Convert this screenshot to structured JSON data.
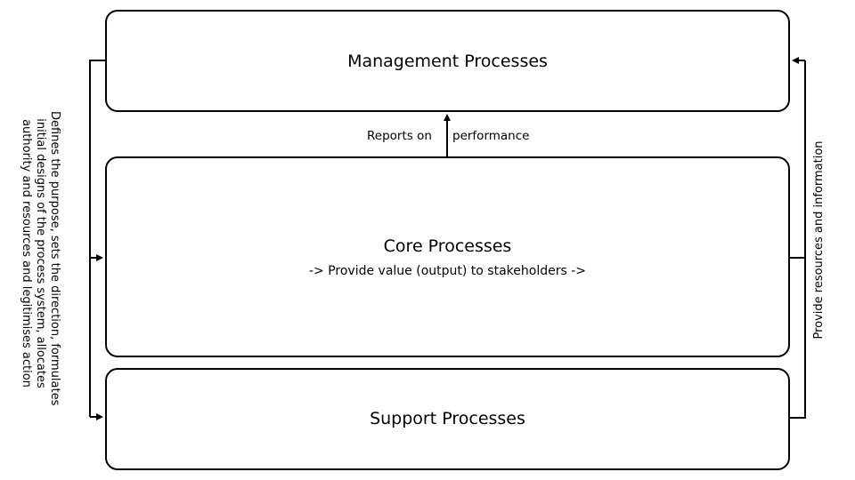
{
  "boxes": {
    "management": {
      "title": "Management Processes"
    },
    "core": {
      "title": "Core Processes",
      "subtitle": "-> Provide value (output) to stakeholders ->"
    },
    "support": {
      "title": "Support Processes"
    }
  },
  "edges": {
    "reports": {
      "label_left": "Reports on",
      "label_right": "performance"
    },
    "left_feedback": {
      "lines": [
        "Defines the purpose, sets the direction, formulates",
        "initial designs of the process system, allocates",
        "authority and resources and legitimises action"
      ]
    },
    "right_feedback": {
      "label": "Provide resources and information"
    }
  },
  "colors": {
    "stroke": "#000000",
    "background": "#ffffff"
  }
}
